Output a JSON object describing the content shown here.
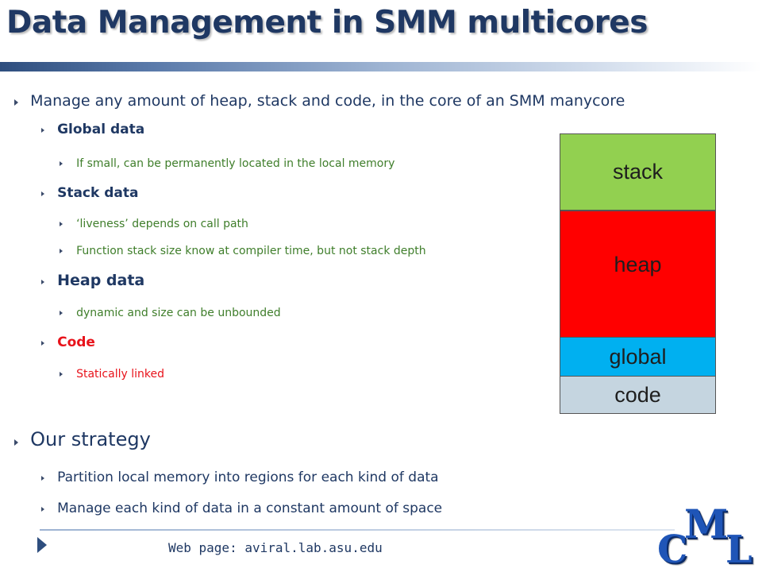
{
  "slide": {
    "title": "Data Management in SMM multicores"
  },
  "bullets": {
    "main": "Manage any amount of heap, stack and code, in the core of an SMM manycore",
    "global": {
      "heading": "Global data",
      "sub": "If small, can be permanently  located in the local memory"
    },
    "stack": {
      "heading": "Stack data",
      "subs": [
        "‘liveness’ depends on call path",
        "Function stack size know at compiler time, but not stack depth"
      ]
    },
    "heap": {
      "heading": "Heap data",
      "sub": "dynamic and size can be unbounded"
    },
    "code": {
      "heading": "Code",
      "sub": "Statically linked"
    },
    "strategy": {
      "heading": "Our strategy",
      "subs": [
        "Partition local memory into regions for each kind of data",
        "Manage each kind of data in a constant amount of space"
      ]
    }
  },
  "memory_map": {
    "regions": [
      {
        "label": "stack",
        "color": "#92D050"
      },
      {
        "label": "heap",
        "color": "#FF0000"
      },
      {
        "label": "global",
        "color": "#00B0F0"
      },
      {
        "label": "code",
        "color": "#C5D5E0"
      }
    ]
  },
  "footer": {
    "text": "Web page:  aviral.lab.asu.edu"
  },
  "logo": {
    "letters": [
      "C",
      "M",
      "L"
    ]
  },
  "colors": {
    "title": "#1F3863",
    "sub_green": "#3F7E2B",
    "code_red": "#E8131B"
  }
}
